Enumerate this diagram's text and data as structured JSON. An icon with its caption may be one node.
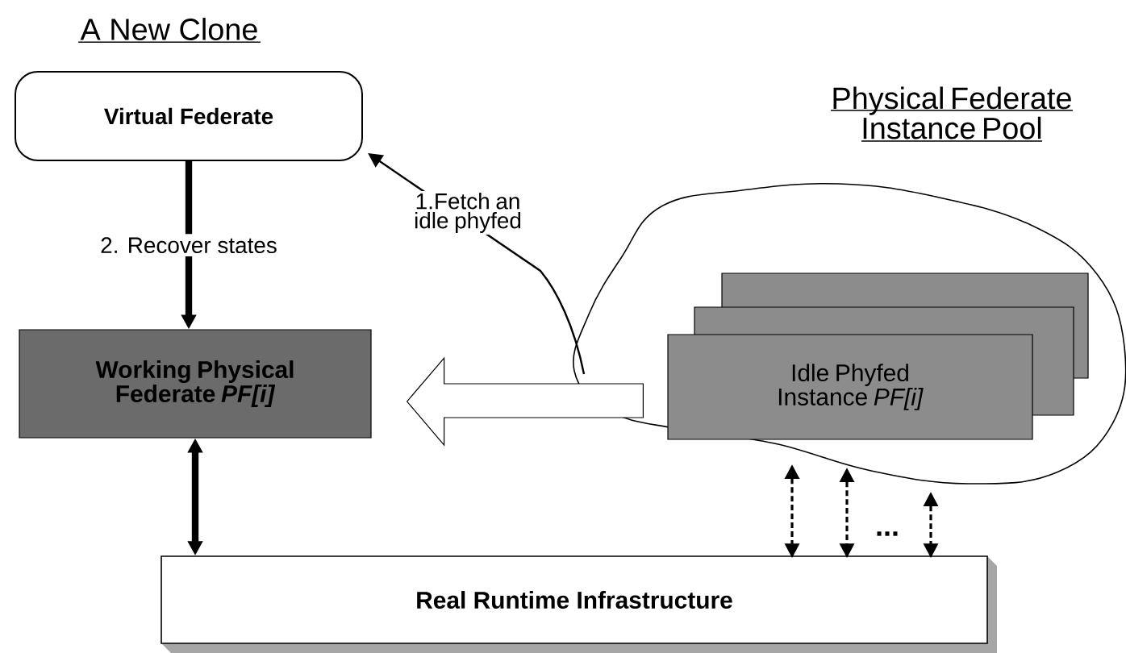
{
  "diagram": {
    "nodes": [
      {
        "text": [
          "A New Clone",
          "Virtual Federate"
        ]
      },
      {
        "text": [
          "Physical Federate Instance Pool"
        ]
      },
      {
        "text": [],
        "shape": "box",
        "in": 1
      },
      {
        "text": [],
        "shape": "box",
        "in": 1
      },
      {
        "text": [
          "Idle Phyfed Instance *PF[i]*"
        ],
        "in": 1
      },
      {
        "text": [
          "Working Physical Federate *PF[i]*"
        ]
      },
      {
        "text": [
          "Real Runtime Infrastructure"
        ]
      }
    ],
    "edges": [
      {
        "from": 1,
        "to": 0,
        "arrow": "to",
        "label": "1.Fetch an idle phyfed"
      },
      {
        "from": 0,
        "to": 5,
        "arrow": "to",
        "label": "2. Recover states",
        "style": "thick"
      },
      {
        "from": 4,
        "to": 5,
        "arrow": "to",
        "style": "thick"
      },
      {
        "from": 5,
        "to": 6,
        "arrow": "both",
        "style": "thick"
      },
      {
        "from": 1,
        "to": 6,
        "arrow": "both",
        "style": "dashed"
      },
      {
        "from": 1,
        "to": 6,
        "arrow": "both",
        "style": "dashed"
      },
      {
        "from": 1,
        "to": 6,
        "arrow": "both",
        "style": "dashed"
      }
    ],
    "labels": [
      "..."
    ]
  }
}
